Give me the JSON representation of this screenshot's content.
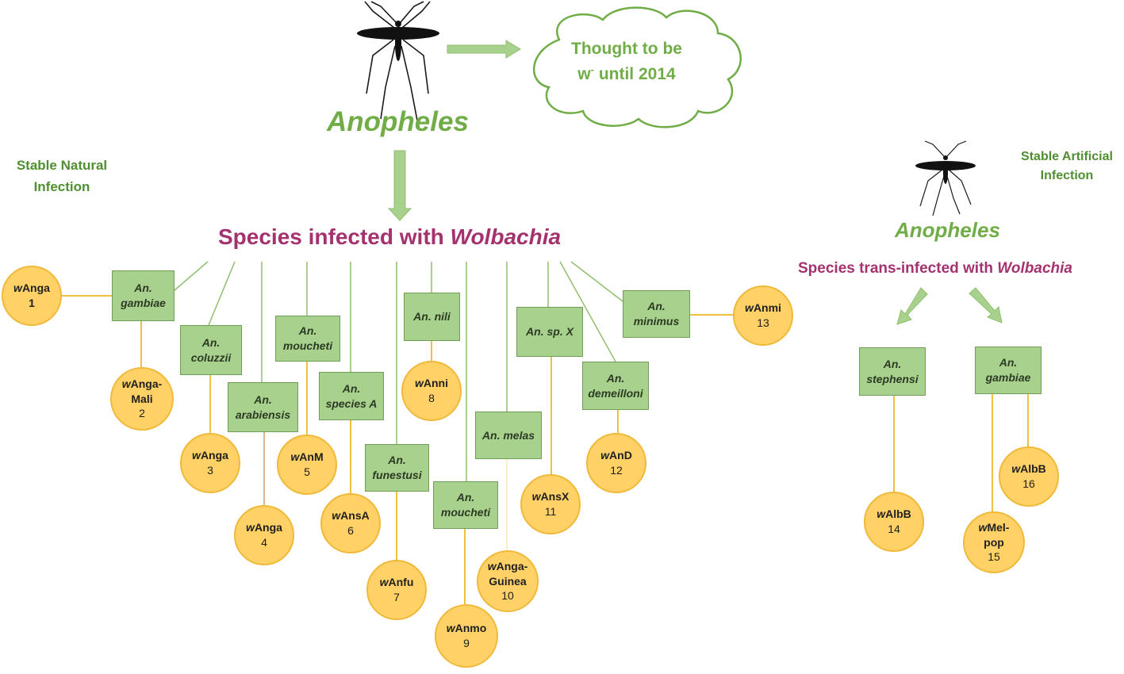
{
  "natural": {
    "title": "Anopheles",
    "side_label_line1": "Stable Natural",
    "side_label_line2": "Infection",
    "cloud_line1": "Thought to be",
    "cloud_line2_prefix": "w",
    "cloud_line2_sup": "-",
    "cloud_line2_suffix": " until 2014",
    "heading_prefix": "Species infected with ",
    "heading_italic": "Wolbachia",
    "species": [
      {
        "id": "gambiae",
        "line1": "An.",
        "line2": "gambiae"
      },
      {
        "id": "coluzzii",
        "line1": "An.",
        "line2": "coluzzii"
      },
      {
        "id": "arabiensis",
        "line1": "An.",
        "line2": "arabiensis"
      },
      {
        "id": "moucheti-1",
        "line1": "An.",
        "line2": "moucheti"
      },
      {
        "id": "species-a",
        "line1": "An.",
        "line2": "species A"
      },
      {
        "id": "funestusi",
        "line1": "An.",
        "line2": "funestusi"
      },
      {
        "id": "nili",
        "line1": "An. nili",
        "line2": ""
      },
      {
        "id": "moucheti-2",
        "line1": "An.",
        "line2": "moucheti"
      },
      {
        "id": "melas",
        "line1": "An. melas",
        "line2": ""
      },
      {
        "id": "sp-x",
        "line1": "An. sp. X",
        "line2": ""
      },
      {
        "id": "demeilloni",
        "line1": "An.",
        "line2": "demeilloni"
      },
      {
        "id": "minimus",
        "line1": "An.",
        "line2": "minimus"
      }
    ],
    "strains": [
      {
        "w": "w",
        "rest": "Anga",
        "rest2": "",
        "num": "1"
      },
      {
        "w": "w",
        "rest": "Anga-",
        "rest2": "Mali",
        "num": "2"
      },
      {
        "w": "w",
        "rest": "Anga",
        "rest2": "",
        "num": "3"
      },
      {
        "w": "w",
        "rest": "Anga",
        "rest2": "",
        "num": "4"
      },
      {
        "w": "w",
        "rest": "AnM",
        "rest2": "",
        "num": "5"
      },
      {
        "w": "w",
        "rest": "AnsA",
        "rest2": "",
        "num": "6"
      },
      {
        "w": "w",
        "rest": "Anfu",
        "rest2": "",
        "num": "7"
      },
      {
        "w": "w",
        "rest": "Anni",
        "rest2": "",
        "num": "8"
      },
      {
        "w": "w",
        "rest": "Anmo",
        "rest2": "",
        "num": "9"
      },
      {
        "w": "w",
        "rest": "Anga-",
        "rest2": "Guinea",
        "num": "10"
      },
      {
        "w": "w",
        "rest": "AnsX",
        "rest2": "",
        "num": "11"
      },
      {
        "w": "w",
        "rest": "AnD",
        "rest2": "",
        "num": "12"
      },
      {
        "w": "w",
        "rest": "Anmi",
        "rest2": "",
        "num": "13"
      }
    ]
  },
  "artificial": {
    "side_label_line1": "Stable Artificial",
    "side_label_line2": "Infection",
    "title": "Anopheles",
    "heading_prefix": "Species trans-infected with ",
    "heading_italic": "Wolbachia",
    "species": [
      {
        "id": "stephensi",
        "line1": "An.",
        "line2": "stephensi"
      },
      {
        "id": "gambiae-art",
        "line1": "An.",
        "line2": "gambiae"
      }
    ],
    "strains": [
      {
        "w": "w",
        "rest": "AlbB",
        "rest2": "",
        "num": "14"
      },
      {
        "w": "w",
        "rest": "Mel-",
        "rest2": "pop",
        "num": "15"
      },
      {
        "w": "w",
        "rest": "AlbB",
        "rest2": "",
        "num": "16"
      }
    ]
  },
  "colors": {
    "green_title": "#70ad47",
    "box_fill": "#a9d18e",
    "box_border": "#6f9e55",
    "circle_fill": "#ffd166",
    "circle_border": "#f0b93a",
    "heading_purple": "#a3326f"
  }
}
